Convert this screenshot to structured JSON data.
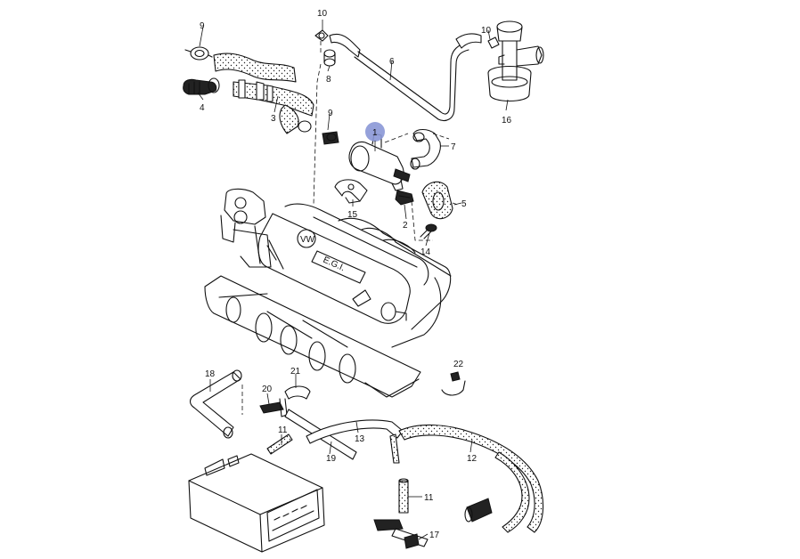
{
  "diagram": {
    "highlight_color": "#8a97d6",
    "callouts": [
      {
        "id": "callout-1",
        "text": "1"
      },
      {
        "id": "callout-2",
        "text": "2"
      },
      {
        "id": "callout-3",
        "text": "3"
      },
      {
        "id": "callout-4",
        "text": "4"
      },
      {
        "id": "callout-5",
        "text": "5"
      },
      {
        "id": "callout-6",
        "text": "6"
      },
      {
        "id": "callout-7",
        "text": "7"
      },
      {
        "id": "callout-8",
        "text": "8"
      },
      {
        "id": "callout-9a",
        "text": "9"
      },
      {
        "id": "callout-9b",
        "text": "9"
      },
      {
        "id": "callout-10a",
        "text": "10"
      },
      {
        "id": "callout-10b",
        "text": "10"
      },
      {
        "id": "callout-11a",
        "text": "11"
      },
      {
        "id": "callout-11b",
        "text": "11"
      },
      {
        "id": "callout-12",
        "text": "12"
      },
      {
        "id": "callout-13",
        "text": "13"
      },
      {
        "id": "callout-14",
        "text": "14"
      },
      {
        "id": "callout-15",
        "text": "15"
      },
      {
        "id": "callout-16",
        "text": "16"
      },
      {
        "id": "callout-17",
        "text": "17"
      },
      {
        "id": "callout-18",
        "text": "18"
      },
      {
        "id": "callout-19",
        "text": "19"
      },
      {
        "id": "callout-20",
        "text": "20"
      },
      {
        "id": "callout-21",
        "text": "21"
      },
      {
        "id": "callout-22",
        "text": "22"
      }
    ],
    "manifold_badge": "VW",
    "manifold_lettering": "E.G.I."
  }
}
